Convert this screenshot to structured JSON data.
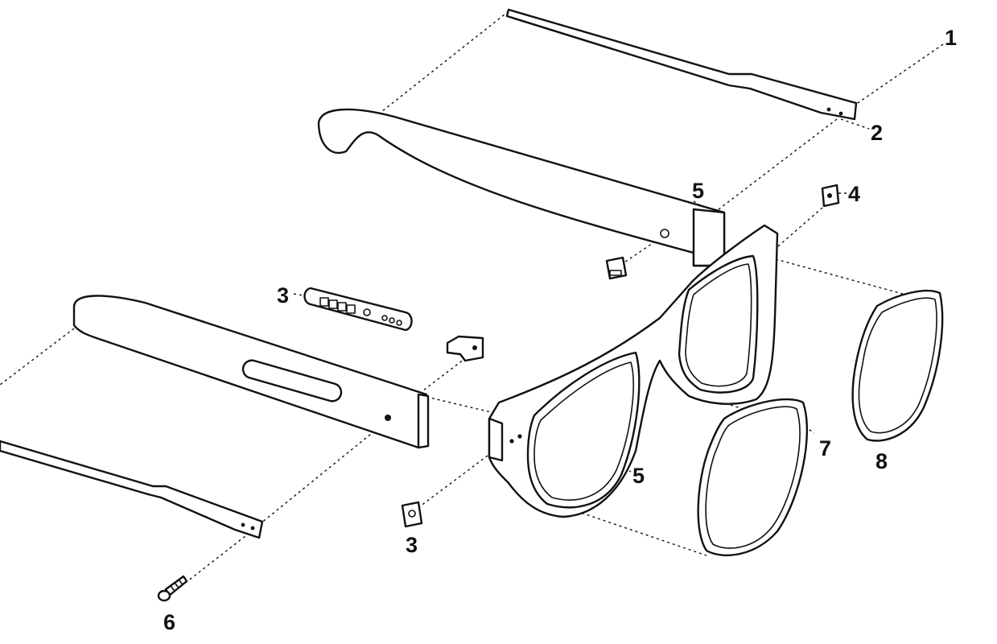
{
  "callouts": {
    "c1": "1",
    "c2": "2",
    "c3_slot": "3",
    "c3_nut": "3",
    "c4": "4",
    "c5_upper": "5",
    "c5_lower": "5",
    "c6": "6",
    "c7": "7",
    "c8": "8"
  },
  "colors": {
    "line": "#111111",
    "background": "#ffffff"
  }
}
